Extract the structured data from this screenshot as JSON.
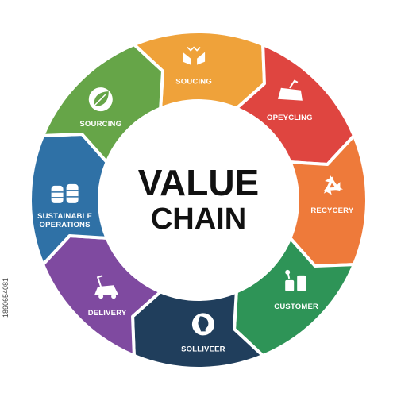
{
  "title": {
    "line1": "VALUE",
    "line2": "CHAIN"
  },
  "segments": [
    {
      "label_lines": [
        "SOUCING"
      ],
      "color": "#EFA23A",
      "icon": "hands-icon"
    },
    {
      "label_lines": [
        "OPEYCLING"
      ],
      "color": "#DF4540",
      "icon": "recycle-bin-icon"
    },
    {
      "label_lines": [
        "RECYCERY"
      ],
      "color": "#EE7A3A",
      "icon": "recycle-arrows-icon"
    },
    {
      "label_lines": [
        "CUSTOMER"
      ],
      "color": "#2E9457",
      "icon": "cans-icon"
    },
    {
      "label_lines": [
        "SOLLIVEER"
      ],
      "color": "#203E5C",
      "icon": "head-icon"
    },
    {
      "label_lines": [
        "DELIVERY"
      ],
      "color": "#7F4AA0",
      "icon": "delivery-cart-icon"
    },
    {
      "label_lines": [
        "SUSTAINABLE",
        "OPERATIONS"
      ],
      "color": "#2F71A6",
      "icon": "barrels-icon"
    },
    {
      "label_lines": [
        "SOURCING"
      ],
      "color": "#66A548",
      "icon": "leaf-icon"
    }
  ],
  "stock_id": "1890654081"
}
